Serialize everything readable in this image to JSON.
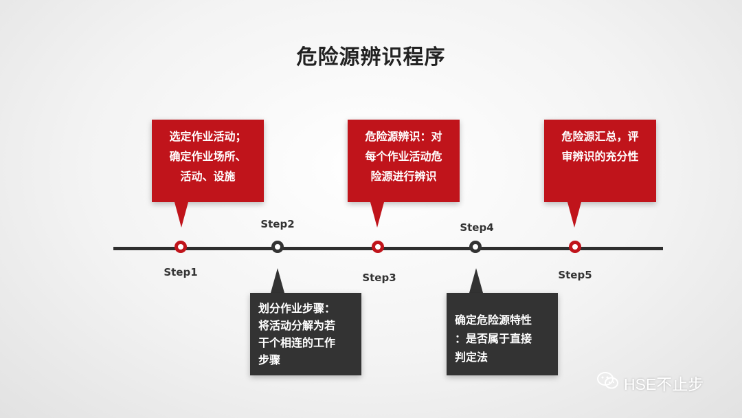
{
  "title": "危险源辨识程序",
  "steps": [
    {
      "label": "Step1",
      "box": [
        "选定作业活动；",
        "确定作业场所、",
        "活动、设施"
      ]
    },
    {
      "label": "Step2",
      "box": [
        "划分作业步骤：",
        "将活动分解为若",
        "干个相连的工作",
        "步骤"
      ]
    },
    {
      "label": "Step3",
      "box": [
        "危险源辨识：对",
        "每个作业活动危",
        "险源进行辨识"
      ]
    },
    {
      "label": "Step4",
      "box": [
        "确定危险源特性",
        "：是否属于直接",
        "判定法"
      ]
    },
    {
      "label": "Step5",
      "box": [
        "危险源汇总，评",
        "审辨识的充分性"
      ]
    }
  ],
  "watermark": {
    "text": "HSE不止步",
    "icon": "wechat-icon"
  },
  "colors": {
    "accent": "#c0141b",
    "dark": "#333333"
  }
}
